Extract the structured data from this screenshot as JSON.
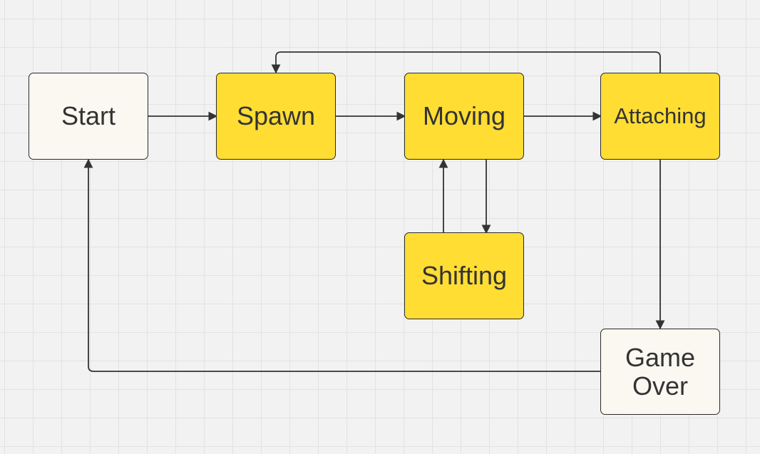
{
  "diagram": {
    "nodes": [
      {
        "id": "start",
        "label": "Start",
        "fill": "#fbf8f2"
      },
      {
        "id": "spawn",
        "label": "Spawn",
        "fill": "#ffdd33"
      },
      {
        "id": "moving",
        "label": "Moving",
        "fill": "#ffdd33"
      },
      {
        "id": "attaching",
        "label": "Attaching",
        "fill": "#ffdd33"
      },
      {
        "id": "shifting",
        "label": "Shifting",
        "fill": "#ffdd33"
      },
      {
        "id": "game_over",
        "label": "Game\nOver",
        "fill": "#fbf8f2"
      }
    ],
    "edges": [
      {
        "from": "start",
        "to": "spawn"
      },
      {
        "from": "spawn",
        "to": "moving"
      },
      {
        "from": "moving",
        "to": "attaching"
      },
      {
        "from": "attaching",
        "to": "spawn"
      },
      {
        "from": "moving",
        "to": "shifting"
      },
      {
        "from": "shifting",
        "to": "moving"
      },
      {
        "from": "attaching",
        "to": "game_over"
      },
      {
        "from": "game_over",
        "to": "start"
      }
    ],
    "colors": {
      "line": "#333333",
      "border": "#2b2b2b",
      "grid": "#e2e2e2",
      "background": "#f2f2f2"
    }
  }
}
